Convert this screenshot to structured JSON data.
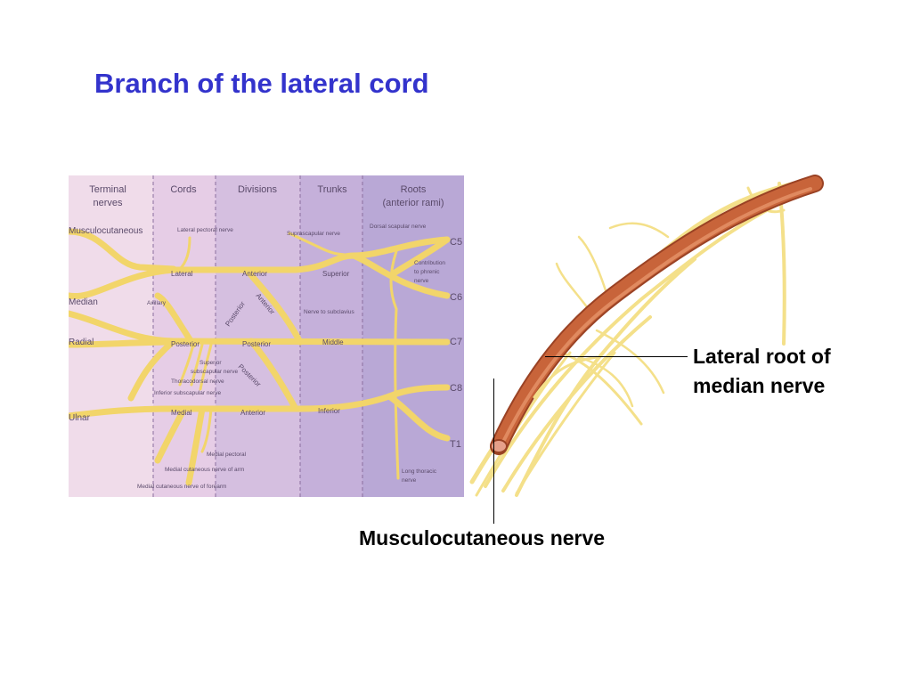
{
  "title": "Branch of the lateral cord",
  "plexus_diagram": {
    "columns": [
      "Terminal nerves",
      "Cords",
      "Divisions",
      "Trunks",
      "Roots (anterior rami)"
    ],
    "terminal_nerves": [
      "Musculocutaneous",
      "Median",
      "Radial",
      "Ulnar"
    ],
    "roots": [
      "C5",
      "C6",
      "C7",
      "C8",
      "T1"
    ],
    "cords": [
      "Lateral",
      "Posterior",
      "Medial"
    ],
    "divisions": [
      "Anterior",
      "Posterior",
      "Anterior",
      "Posterior",
      "Posterior",
      "Anterior"
    ],
    "trunks": [
      "Superior",
      "Middle",
      "Inferior"
    ],
    "branches": [
      "Lateral pectoral nerve",
      "Suprascapular nerve",
      "Dorsal scapular nerve",
      "Contribution to phrenic nerve",
      "Nerve to subclavius",
      "Axillary",
      "Superior subscapular nerve",
      "Thoracodorsal nerve",
      "Inferior subscapular nerve",
      "Medial pectoral",
      "Medial cutaneous nerve of arm",
      "Medial cutaneous nerve of forearm",
      "Long thoracic nerve"
    ],
    "colors": {
      "nerve": "#f2d56a",
      "nerve_edge": "#d9b63e",
      "col_terminal": "#f0dcea",
      "col_cords": "#e6cde6",
      "col_divisions": "#d5bfe0",
      "col_trunks": "#c5b0da",
      "col_roots": "#b9a8d6"
    }
  },
  "anatomy_illustration": {
    "labels": {
      "lateral_root": [
        "Lateral root of",
        "median nerve"
      ],
      "musculocutaneous": "Musculocutaneous nerve"
    },
    "colors": {
      "artery": "#c8643a",
      "artery_dark": "#9a4224",
      "nerve": "#f4e08a"
    }
  }
}
